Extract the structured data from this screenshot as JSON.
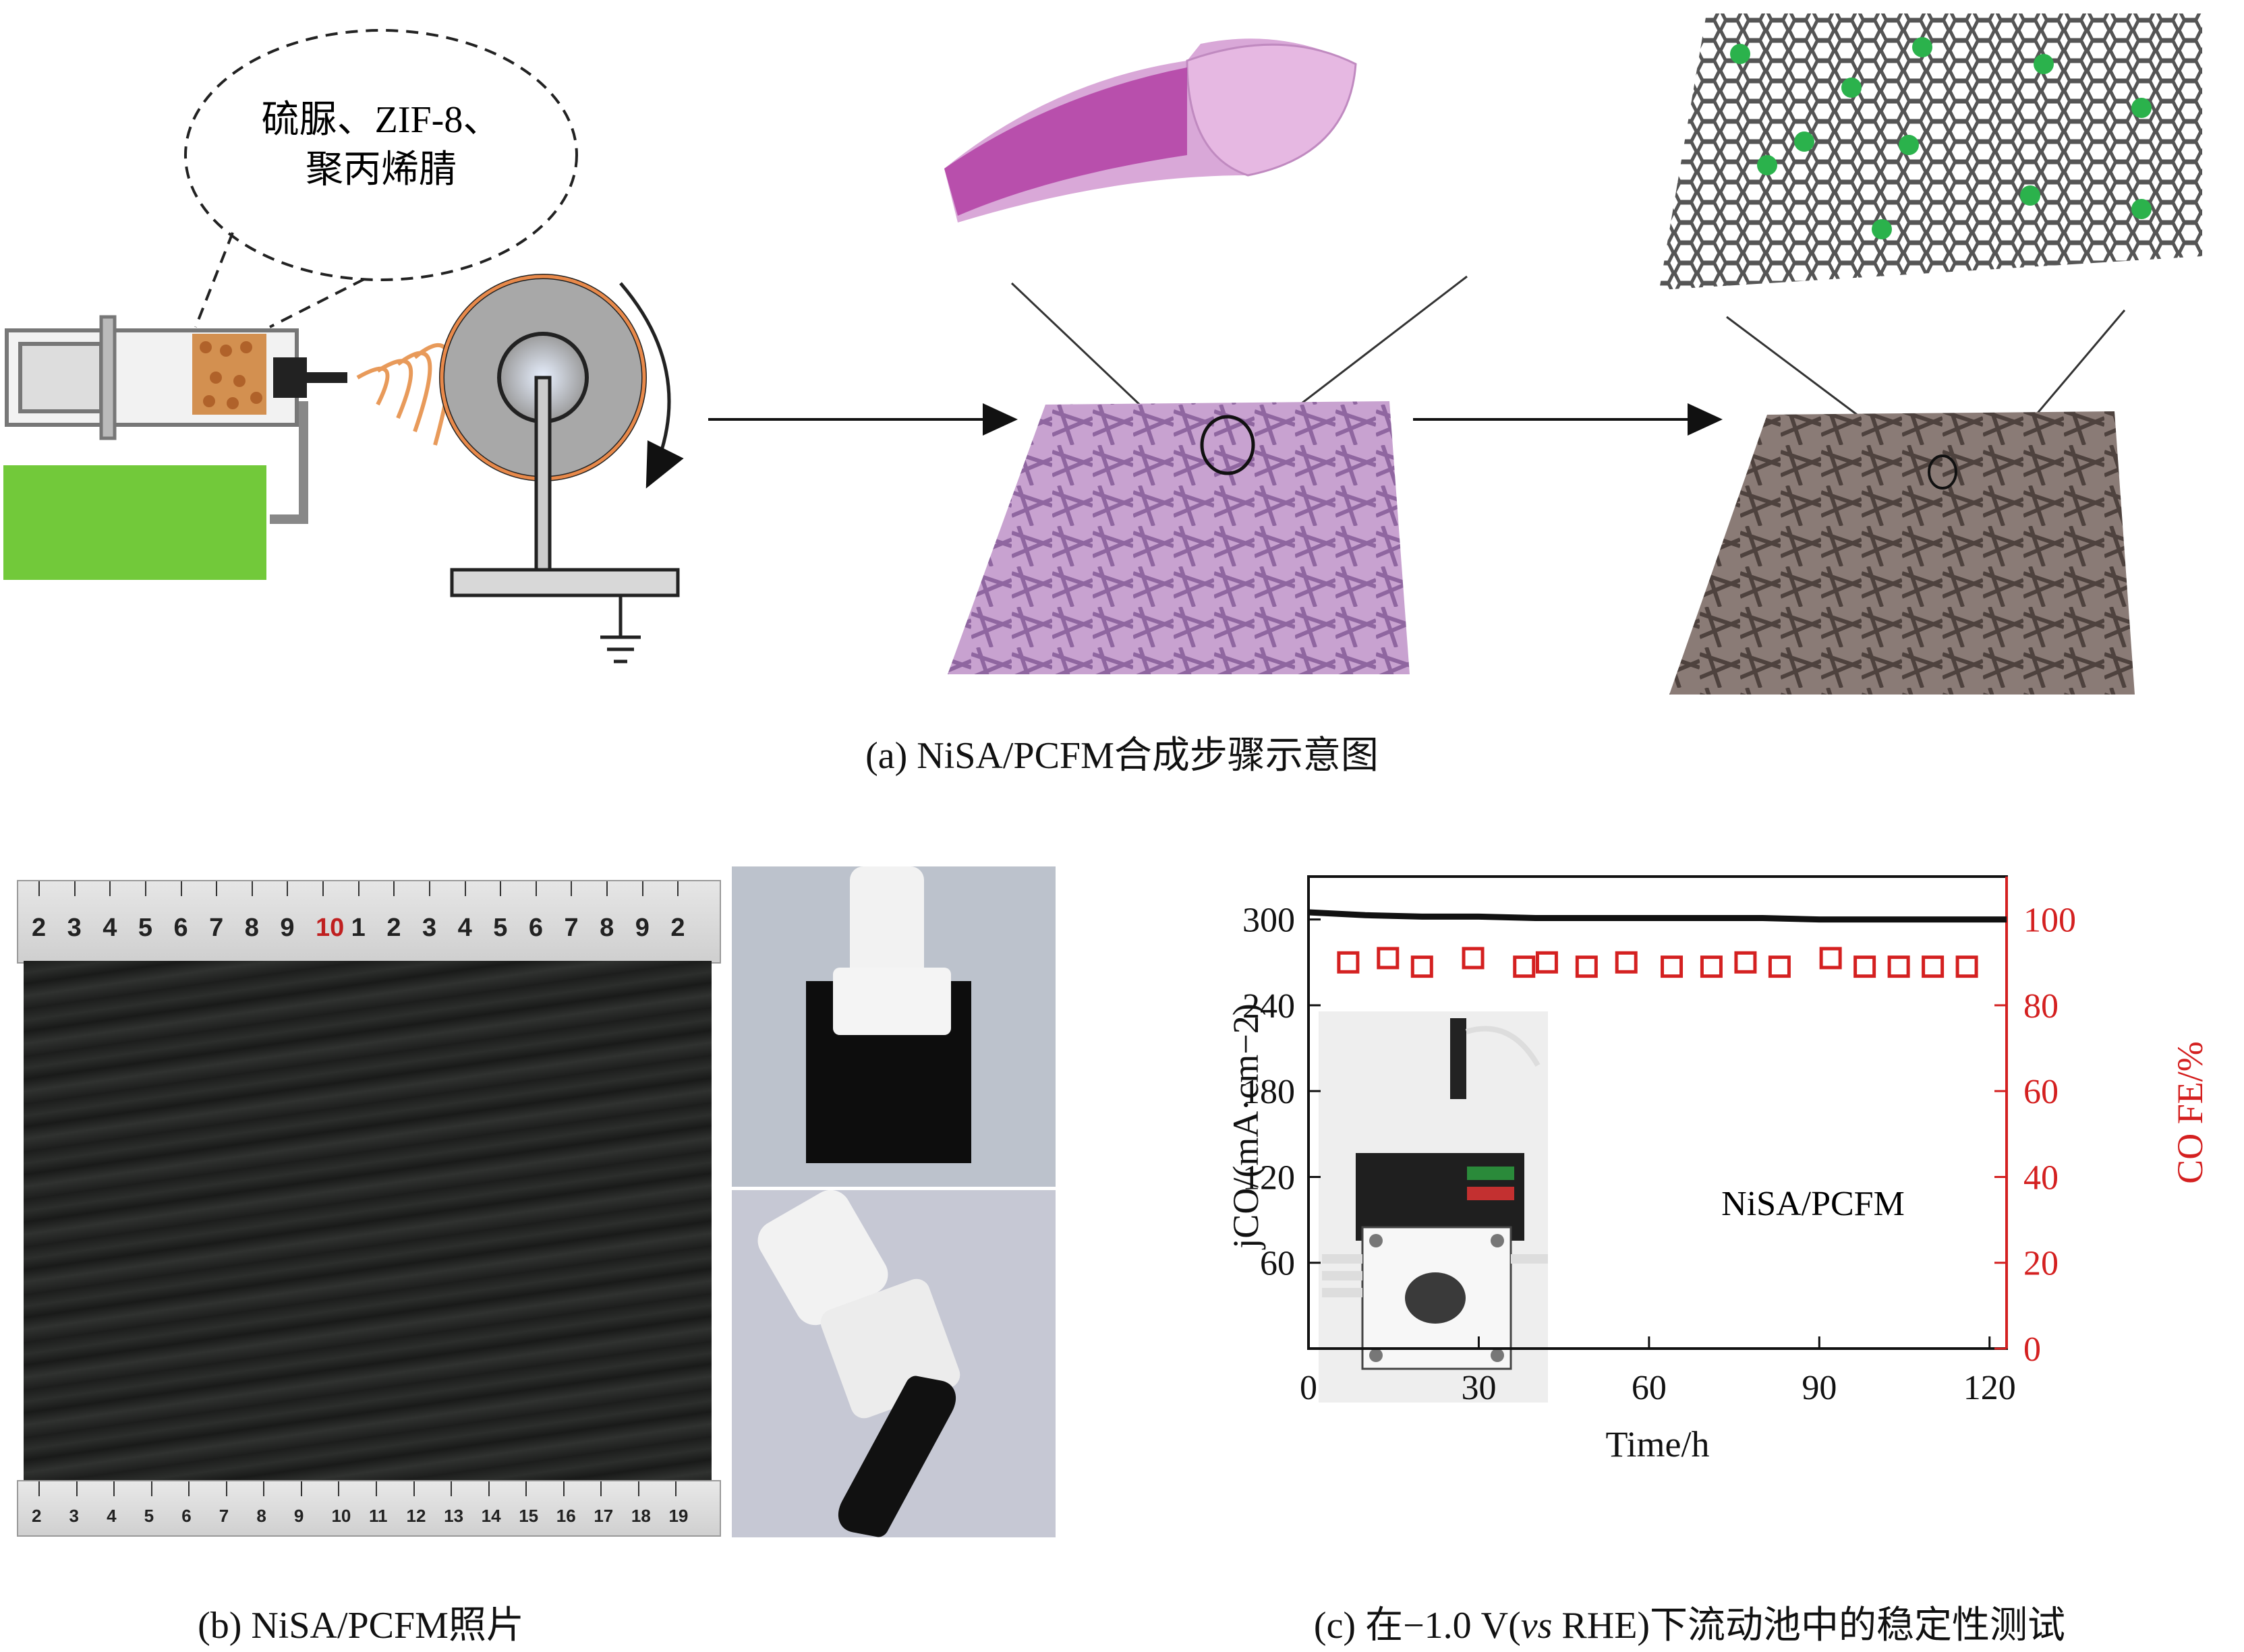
{
  "panel_a": {
    "bubble_line1": "硫脲、ZIF-8、",
    "bubble_line2": "聚丙烯腈",
    "caption": "(a) NiSA/PCFM合成步骤示意图"
  },
  "panel_b": {
    "caption": "(b) NiSA/PCFM照片",
    "ruler_top_labels": [
      "2",
      "3",
      "4",
      "5",
      "6",
      "7",
      "8",
      "9",
      "10",
      "1",
      "2",
      "3",
      "4",
      "5",
      "6",
      "7",
      "8",
      "9",
      "2"
    ],
    "ruler_bottom_labels": [
      "2",
      "3",
      "4",
      "5",
      "6",
      "7",
      "8",
      "9",
      "10",
      "11",
      "12",
      "13",
      "14",
      "15",
      "16",
      "17",
      "18",
      "19"
    ]
  },
  "panel_c": {
    "caption_prefix": "(c) 在−1.0 V(",
    "caption_italic": "vs",
    "caption_suffix": " RHE)下流动池中的稳定性测试",
    "inset_label": "NiSA/PCFM",
    "colors": {
      "current": "#111111",
      "fe": "#d42020"
    }
  },
  "chart_data": {
    "type": "line",
    "xlabel": "Time/h",
    "ylabel_left": "jCO/(mA·cm−2)",
    "ylabel_right": "CO FE/%",
    "xlim": [
      0,
      123
    ],
    "ylim_left": [
      0,
      330
    ],
    "ylim_right": [
      0,
      110
    ],
    "x_ticks": [
      0,
      30,
      60,
      90,
      120
    ],
    "y_left_ticks": [
      60,
      120,
      180,
      240,
      300
    ],
    "y_right_ticks": [
      0,
      20,
      40,
      60,
      80,
      100
    ],
    "grid": false,
    "series": [
      {
        "axis": "left",
        "style": "line",
        "x": [
          0,
          10,
          20,
          30,
          40,
          50,
          60,
          70,
          80,
          90,
          100,
          110,
          120,
          123
        ],
        "values": [
          305,
          303,
          302,
          302,
          301,
          301,
          301,
          301,
          301,
          300,
          300,
          300,
          300,
          300
        ]
      },
      {
        "axis": "right",
        "style": "marker",
        "x": [
          7,
          14,
          20,
          29,
          38,
          42,
          49,
          56,
          64,
          71,
          77,
          83,
          92,
          98,
          104,
          110,
          116
        ],
        "values": [
          90,
          91,
          89,
          91,
          89,
          90,
          89,
          90,
          89,
          89,
          90,
          89,
          91,
          89,
          89,
          89,
          89
        ]
      }
    ]
  }
}
